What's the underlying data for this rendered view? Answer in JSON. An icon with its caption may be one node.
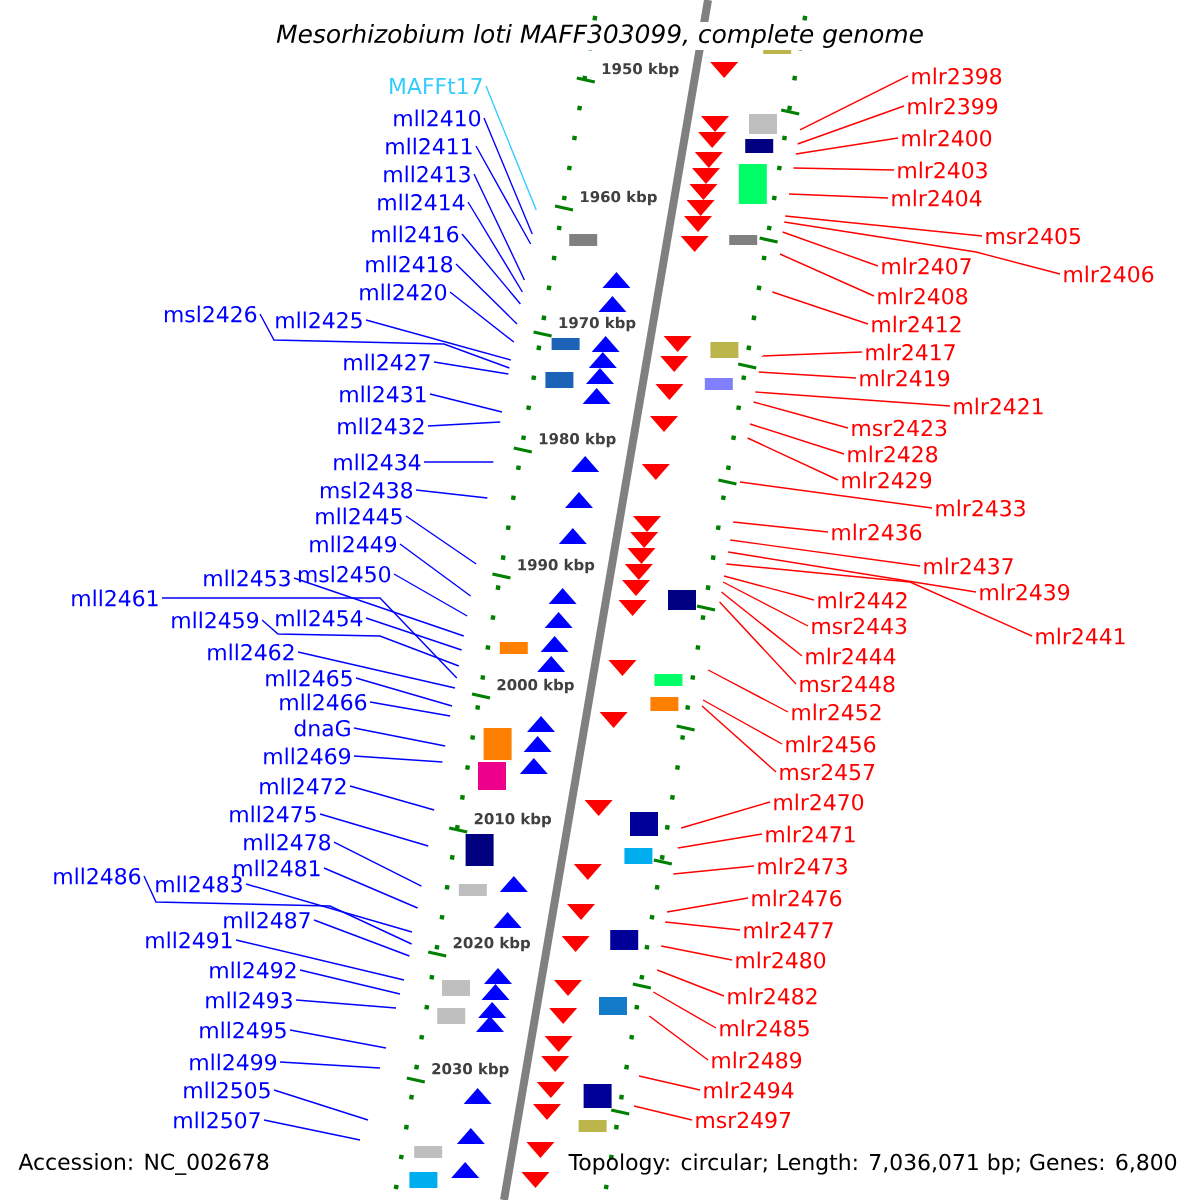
{
  "diagram": {
    "title": "Mesorhizobium loti MAFF303099, complete genome",
    "nodes": [
      {
        "text": [
          "MAFFt17"
        ]
      },
      {
        "text": [
          "mll2410"
        ]
      },
      {
        "text": [
          "mll2411"
        ]
      },
      {
        "text": [
          "mll2413"
        ]
      },
      {
        "text": [
          "mll2414"
        ]
      },
      {
        "text": [
          "mll2416"
        ]
      },
      {
        "text": [
          "mll2418"
        ]
      },
      {
        "text": [
          "mll2420"
        ]
      },
      {
        "text": [
          "msl2426"
        ]
      },
      {
        "text": [
          "mll2425"
        ]
      },
      {
        "text": [
          "mll2427"
        ]
      },
      {
        "text": [
          "mll2431"
        ]
      },
      {
        "text": [
          "mll2432"
        ]
      },
      {
        "text": [
          "mll2434"
        ]
      },
      {
        "text": [
          "msl2438"
        ]
      },
      {
        "text": [
          "mll2445"
        ]
      },
      {
        "text": [
          "mll2449"
        ]
      },
      {
        "text": [
          "msl2450"
        ]
      },
      {
        "text": [
          "mll2453"
        ]
      },
      {
        "text": [
          "mll2461"
        ]
      },
      {
        "text": [
          "mll2459"
        ]
      },
      {
        "text": [
          "mll2454"
        ]
      },
      {
        "text": [
          "mll2462"
        ]
      },
      {
        "text": [
          "mll2465"
        ]
      },
      {
        "text": [
          "mll2466"
        ]
      },
      {
        "text": [
          "dnaG"
        ]
      },
      {
        "text": [
          "mll2469"
        ]
      },
      {
        "text": [
          "mll2472"
        ]
      },
      {
        "text": [
          "mll2475"
        ]
      },
      {
        "text": [
          "mll2478"
        ]
      },
      {
        "text": [
          "mll2486"
        ]
      },
      {
        "text": [
          "mll2483"
        ]
      },
      {
        "text": [
          "mll2481"
        ]
      },
      {
        "text": [
          "mll2487"
        ]
      },
      {
        "text": [
          "mll2491"
        ]
      },
      {
        "text": [
          "mll2492"
        ]
      },
      {
        "text": [
          "mll2493"
        ]
      },
      {
        "text": [
          "mll2495"
        ]
      },
      {
        "text": [
          "mll2499"
        ]
      },
      {
        "text": [
          "mll2505"
        ]
      },
      {
        "text": [
          "mll2507"
        ]
      },
      {
        "text": [
          "mlr2398"
        ]
      },
      {
        "text": [
          "mlr2399"
        ]
      },
      {
        "text": [
          "mlr2400"
        ]
      },
      {
        "text": [
          "mlr2403"
        ]
      },
      {
        "text": [
          "mlr2404"
        ]
      },
      {
        "text": [
          "msr2405"
        ]
      },
      {
        "text": [
          "mlr2406"
        ]
      },
      {
        "text": [
          "mlr2407"
        ]
      },
      {
        "text": [
          "mlr2408"
        ]
      },
      {
        "text": [
          "mlr2412"
        ]
      },
      {
        "text": [
          "mlr2417"
        ]
      },
      {
        "text": [
          "mlr2419"
        ]
      },
      {
        "text": [
          "mlr2421"
        ]
      },
      {
        "text": [
          "msr2423"
        ]
      },
      {
        "text": [
          "mlr2428"
        ]
      },
      {
        "text": [
          "mlr2429"
        ]
      },
      {
        "text": [
          "mlr2433"
        ]
      },
      {
        "text": [
          "mlr2436"
        ]
      },
      {
        "text": [
          "mlr2437"
        ]
      },
      {
        "text": [
          "mlr2439"
        ]
      },
      {
        "text": [
          "mlr2441"
        ]
      },
      {
        "text": [
          "mlr2442"
        ]
      },
      {
        "text": [
          "msr2443"
        ]
      },
      {
        "text": [
          "mlr2444"
        ]
      },
      {
        "text": [
          "msr2448"
        ]
      },
      {
        "text": [
          "mlr2452"
        ]
      },
      {
        "text": [
          "mlr2456"
        ]
      },
      {
        "text": [
          "msr2457"
        ]
      },
      {
        "text": [
          "mlr2470"
        ]
      },
      {
        "text": [
          "mlr2471"
        ]
      },
      {
        "text": [
          "mlr2473"
        ]
      },
      {
        "text": [
          "mlr2476"
        ]
      },
      {
        "text": [
          "mlr2477"
        ]
      },
      {
        "text": [
          "mlr2480"
        ]
      },
      {
        "text": [
          "mlr2482"
        ]
      },
      {
        "text": [
          "mlr2485"
        ]
      },
      {
        "text": [
          "mlr2489"
        ]
      },
      {
        "text": [
          "mlr2494"
        ]
      },
      {
        "text": [
          "msr2497"
        ]
      }
    ],
    "edges": [
      {
        "from": 0,
        "to": null,
        "arrow": "none",
        "color": "#33ccff"
      },
      {
        "from": 1,
        "to": null,
        "arrow": "none"
      },
      {
        "from": 2,
        "to": null,
        "arrow": "none"
      },
      {
        "from": 3,
        "to": null,
        "arrow": "none"
      },
      {
        "from": 4,
        "to": null,
        "arrow": "none"
      },
      {
        "from": 5,
        "to": null,
        "arrow": "none"
      },
      {
        "from": 6,
        "to": null,
        "arrow": "none"
      },
      {
        "from": 7,
        "to": null,
        "arrow": "none"
      },
      {
        "from": 8,
        "to": null,
        "arrow": "none"
      },
      {
        "from": 9,
        "to": null,
        "arrow": "none"
      },
      {
        "from": 10,
        "to": null,
        "arrow": "none"
      },
      {
        "from": 11,
        "to": null,
        "arrow": "none"
      },
      {
        "from": 12,
        "to": null,
        "arrow": "none"
      },
      {
        "from": 13,
        "to": null,
        "arrow": "none"
      },
      {
        "from": 14,
        "to": null,
        "arrow": "none"
      },
      {
        "from": 15,
        "to": null,
        "arrow": "none"
      },
      {
        "from": 16,
        "to": null,
        "arrow": "none"
      },
      {
        "from": 17,
        "to": null,
        "arrow": "none"
      },
      {
        "from": 18,
        "to": null,
        "arrow": "none"
      },
      {
        "from": 19,
        "to": null,
        "arrow": "none"
      },
      {
        "from": 20,
        "to": null,
        "arrow": "none"
      },
      {
        "from": 21,
        "to": null,
        "arrow": "none"
      },
      {
        "from": 22,
        "to": null,
        "arrow": "none"
      },
      {
        "from": 23,
        "to": null,
        "arrow": "none"
      },
      {
        "from": 24,
        "to": null,
        "arrow": "none"
      },
      {
        "from": 25,
        "to": null,
        "arrow": "none"
      },
      {
        "from": 26,
        "to": null,
        "arrow": "none"
      },
      {
        "from": 27,
        "to": null,
        "arrow": "none"
      },
      {
        "from": 28,
        "to": null,
        "arrow": "none"
      },
      {
        "from": 29,
        "to": null,
        "arrow": "none"
      },
      {
        "from": 30,
        "to": null,
        "arrow": "none"
      },
      {
        "from": 31,
        "to": null,
        "arrow": "none"
      },
      {
        "from": 32,
        "to": null,
        "arrow": "none"
      },
      {
        "from": 33,
        "to": null,
        "arrow": "none"
      },
      {
        "from": 34,
        "to": null,
        "arrow": "none"
      },
      {
        "from": 35,
        "to": null,
        "arrow": "none"
      },
      {
        "from": 36,
        "to": null,
        "arrow": "none"
      },
      {
        "from": 37,
        "to": null,
        "arrow": "none"
      },
      {
        "from": 38,
        "to": null,
        "arrow": "none"
      },
      {
        "from": 39,
        "to": null,
        "arrow": "none"
      },
      {
        "from": 40,
        "to": null,
        "arrow": "none"
      },
      {
        "from": 41,
        "to": null,
        "arrow": "none",
        "color": "#ff0000"
      },
      {
        "from": 42,
        "to": null,
        "arrow": "none",
        "color": "#ff0000"
      },
      {
        "from": 43,
        "to": null,
        "arrow": "none",
        "color": "#ff0000"
      },
      {
        "from": 44,
        "to": null,
        "arrow": "none",
        "color": "#ff0000"
      },
      {
        "from": 45,
        "to": null,
        "arrow": "none",
        "color": "#ff0000"
      },
      {
        "from": 46,
        "to": null,
        "arrow": "none",
        "color": "#ff0000"
      },
      {
        "from": 47,
        "to": null,
        "arrow": "none",
        "color": "#ff0000"
      },
      {
        "from": 48,
        "to": null,
        "arrow": "none",
        "color": "#ff0000"
      },
      {
        "from": 49,
        "to": null,
        "arrow": "none",
        "color": "#ff0000"
      },
      {
        "from": 50,
        "to": null,
        "arrow": "none",
        "color": "#ff0000"
      },
      {
        "from": 51,
        "to": null,
        "arrow": "none",
        "color": "#ff0000"
      },
      {
        "from": 52,
        "to": null,
        "arrow": "none",
        "color": "#ff0000"
      },
      {
        "from": 53,
        "to": null,
        "arrow": "none",
        "color": "#ff0000"
      },
      {
        "from": 54,
        "to": null,
        "arrow": "none",
        "color": "#ff0000"
      },
      {
        "from": 55,
        "to": null,
        "arrow": "none",
        "color": "#ff0000"
      },
      {
        "from": 56,
        "to": null,
        "arrow": "none",
        "color": "#ff0000"
      },
      {
        "from": 57,
        "to": null,
        "arrow": "none",
        "color": "#ff0000"
      },
      {
        "from": 58,
        "to": null,
        "arrow": "none",
        "color": "#ff0000"
      },
      {
        "from": 59,
        "to": null,
        "arrow": "none",
        "color": "#ff0000"
      },
      {
        "from": 60,
        "to": null,
        "arrow": "none",
        "color": "#ff0000"
      },
      {
        "from": 61,
        "to": null,
        "arrow": "none",
        "color": "#ff0000"
      },
      {
        "from": 62,
        "to": null,
        "arrow": "none",
        "color": "#ff0000"
      },
      {
        "from": 63,
        "to": null,
        "arrow": "none",
        "color": "#ff0000"
      },
      {
        "from": 64,
        "to": null,
        "arrow": "none",
        "color": "#ff0000"
      },
      {
        "from": 65,
        "to": null,
        "arrow": "none",
        "color": "#ff0000"
      },
      {
        "from": 66,
        "to": null,
        "arrow": "none",
        "color": "#ff0000"
      },
      {
        "from": 67,
        "to": null,
        "arrow": "none",
        "color": "#ff0000"
      },
      {
        "from": 68,
        "to": null,
        "arrow": "none",
        "color": "#ff0000"
      },
      {
        "from": 69,
        "to": null,
        "arrow": "none",
        "color": "#ff0000"
      },
      {
        "from": 70,
        "to": null,
        "arrow": "none",
        "color": "#ff0000"
      },
      {
        "from": 71,
        "to": null,
        "arrow": "none",
        "color": "#ff0000"
      },
      {
        "from": 72,
        "to": null,
        "arrow": "none",
        "color": "#ff0000"
      },
      {
        "from": 73,
        "to": null,
        "arrow": "none",
        "color": "#ff0000"
      },
      {
        "from": 74,
        "to": null,
        "arrow": "none",
        "color": "#ff0000"
      },
      {
        "from": 75,
        "to": null,
        "arrow": "none",
        "color": "#ff0000"
      },
      {
        "from": 76,
        "to": null,
        "arrow": "none",
        "color": "#ff0000"
      },
      {
        "from": 77,
        "to": null,
        "arrow": "none",
        "color": "#ff0000"
      },
      {
        "from": 78,
        "to": null,
        "arrow": "none",
        "color": "#ff0000"
      },
      {
        "from": 79,
        "to": null,
        "arrow": "none",
        "color": "#ff0000"
      }
    ],
    "labels": [
      "1950 kbp",
      "1960 kbp",
      "1970 kbp",
      "1980 kbp",
      "1990 kbp",
      "2000 kbp",
      "2010 kbp",
      "2020 kbp",
      "2030 kbp",
      "Accession: NC_002678",
      "Topology: circular; Length: 7,036,071 bp; Genes: 6,800"
    ]
  }
}
